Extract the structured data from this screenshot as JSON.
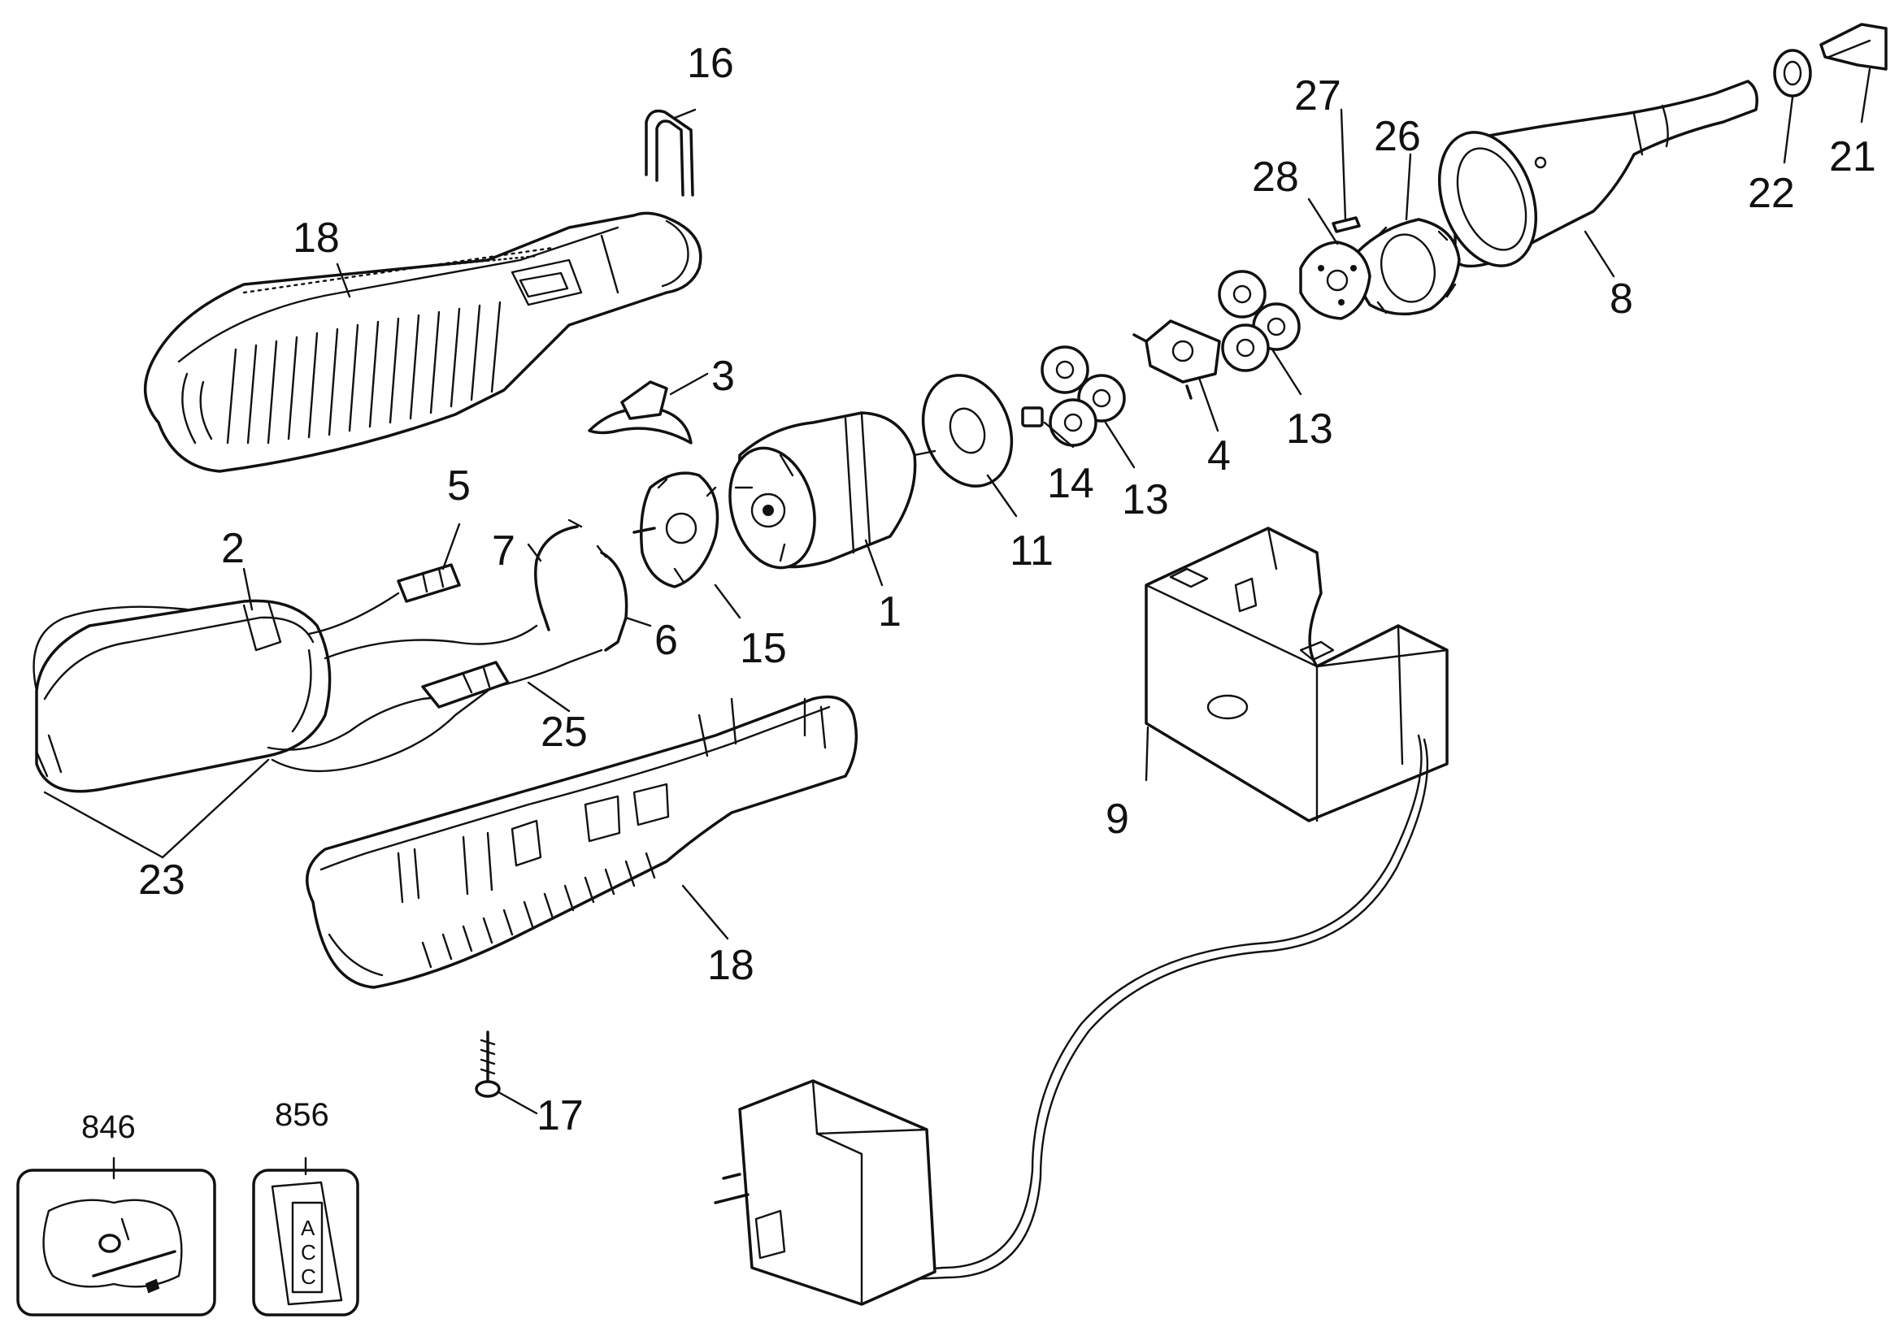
{
  "diagram": {
    "callouts": [
      {
        "id": "16",
        "text": "16"
      },
      {
        "id": "18-top",
        "text": "18"
      },
      {
        "id": "3",
        "text": "3"
      },
      {
        "id": "5",
        "text": "5"
      },
      {
        "id": "2",
        "text": "2"
      },
      {
        "id": "7",
        "text": "7"
      },
      {
        "id": "6",
        "text": "6"
      },
      {
        "id": "15",
        "text": "15"
      },
      {
        "id": "1",
        "text": "1"
      },
      {
        "id": "11",
        "text": "11"
      },
      {
        "id": "14",
        "text": "14"
      },
      {
        "id": "13-a",
        "text": "13"
      },
      {
        "id": "4",
        "text": "4"
      },
      {
        "id": "13-b",
        "text": "13"
      },
      {
        "id": "28",
        "text": "28"
      },
      {
        "id": "27",
        "text": "27"
      },
      {
        "id": "26",
        "text": "26"
      },
      {
        "id": "8",
        "text": "8"
      },
      {
        "id": "22",
        "text": "22"
      },
      {
        "id": "21",
        "text": "21"
      },
      {
        "id": "9",
        "text": "9"
      },
      {
        "id": "25",
        "text": "25"
      },
      {
        "id": "23",
        "text": "23"
      },
      {
        "id": "18-bottom",
        "text": "18"
      },
      {
        "id": "17",
        "text": "17"
      },
      {
        "id": "846",
        "text": "846"
      },
      {
        "id": "856",
        "text": "856"
      }
    ],
    "accessory_card_text": [
      "A",
      "C",
      "C"
    ]
  }
}
